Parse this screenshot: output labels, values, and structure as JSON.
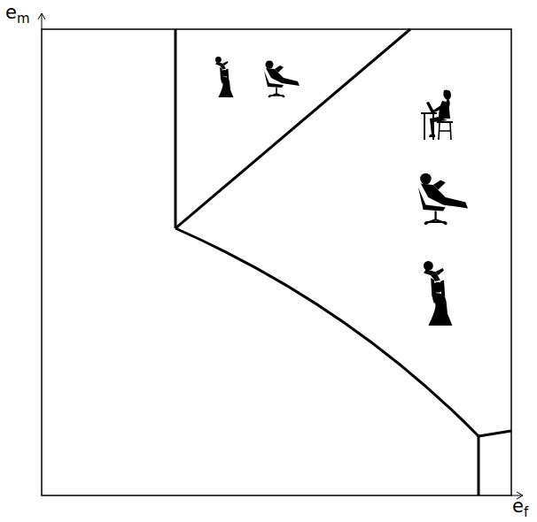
{
  "diagram": {
    "labels": [
      "e",
      "m",
      "e",
      "f"
    ]
  }
}
